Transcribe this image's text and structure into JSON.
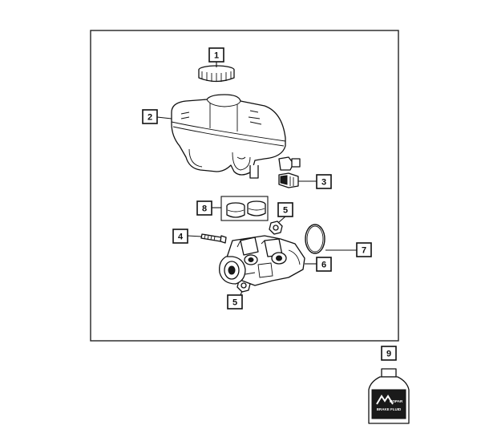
{
  "callouts": [
    {
      "id": "1",
      "label": "1"
    },
    {
      "id": "2",
      "label": "2"
    },
    {
      "id": "3",
      "label": "3"
    },
    {
      "id": "4",
      "label": "4"
    },
    {
      "id": "5a",
      "label": "5"
    },
    {
      "id": "5b",
      "label": "5"
    },
    {
      "id": "6",
      "label": "6"
    },
    {
      "id": "7",
      "label": "7"
    },
    {
      "id": "8",
      "label": "8"
    },
    {
      "id": "9",
      "label": "9"
    }
  ],
  "fluid_bottle": {
    "brand_mark": "mopar-logo",
    "label_line1": "MOPAR",
    "label_line2": "BRAKE FLUID"
  },
  "colors": {
    "line": "#111111",
    "background": "#ffffff",
    "bottle_label": "#1a1a1a"
  }
}
